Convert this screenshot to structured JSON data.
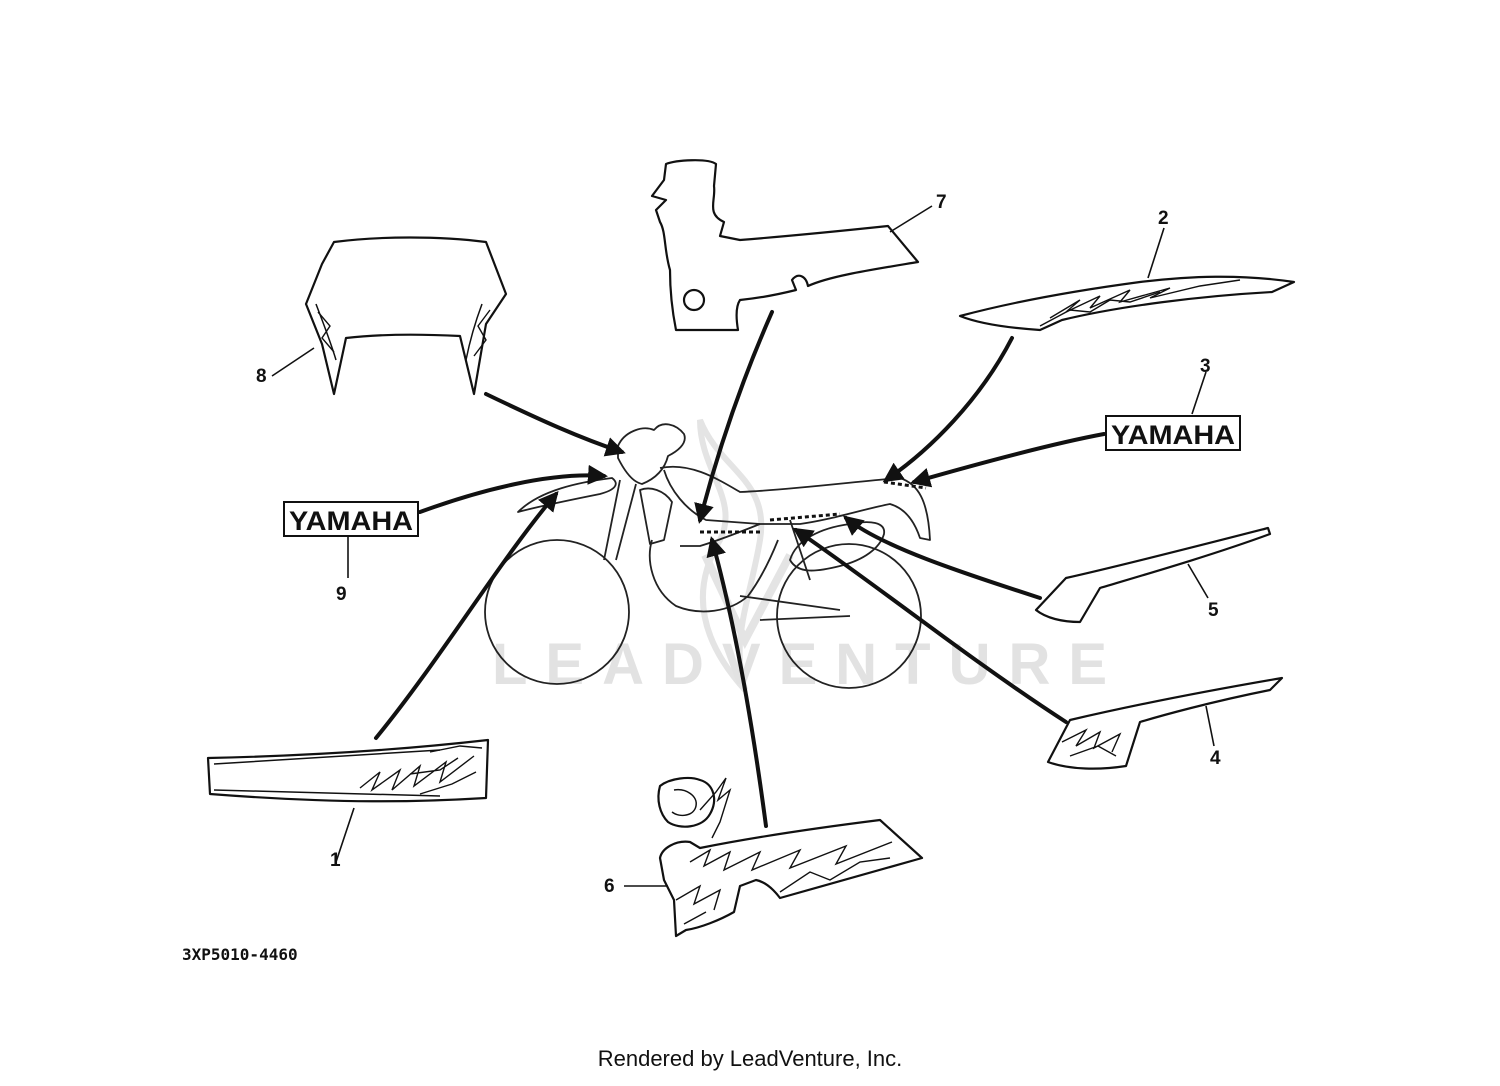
{
  "callouts": {
    "c1": "1",
    "c2": "2",
    "c3": "3",
    "c4": "4",
    "c5": "5",
    "c6": "6",
    "c7": "7",
    "c8": "8",
    "c9": "9"
  },
  "emblem_text": {
    "yamaha_3": "YAMAHA",
    "yamaha_9": "YAMAHA"
  },
  "watermark": "LEADVENTURE",
  "diagram_code": "3XP5010-4460",
  "footer": "Rendered by LeadVenture, Inc."
}
